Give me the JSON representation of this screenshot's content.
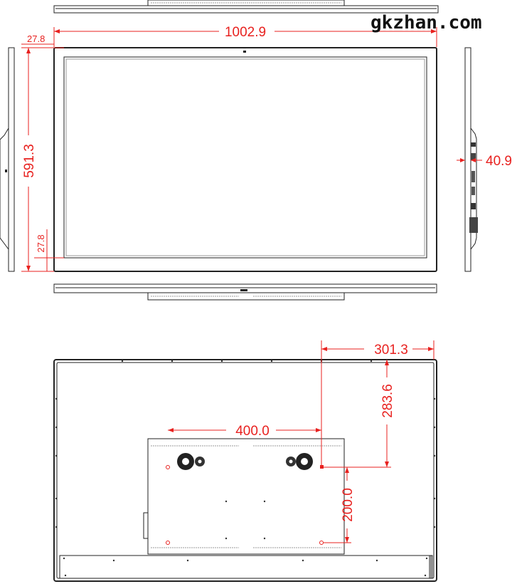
{
  "watermark": "gkzhan.com",
  "dimensions": {
    "overall_width": "1002.9",
    "bezel_top": "27.8",
    "overall_height": "591.3",
    "bezel_bottom": "27.8",
    "depth": "40.9",
    "vesa_horizontal": "400.0",
    "vesa_vertical": "200.0",
    "offset_right": "301.3",
    "offset_top": "283.6"
  },
  "colors": {
    "dimension": "#e8211f",
    "outline": "#222222"
  }
}
